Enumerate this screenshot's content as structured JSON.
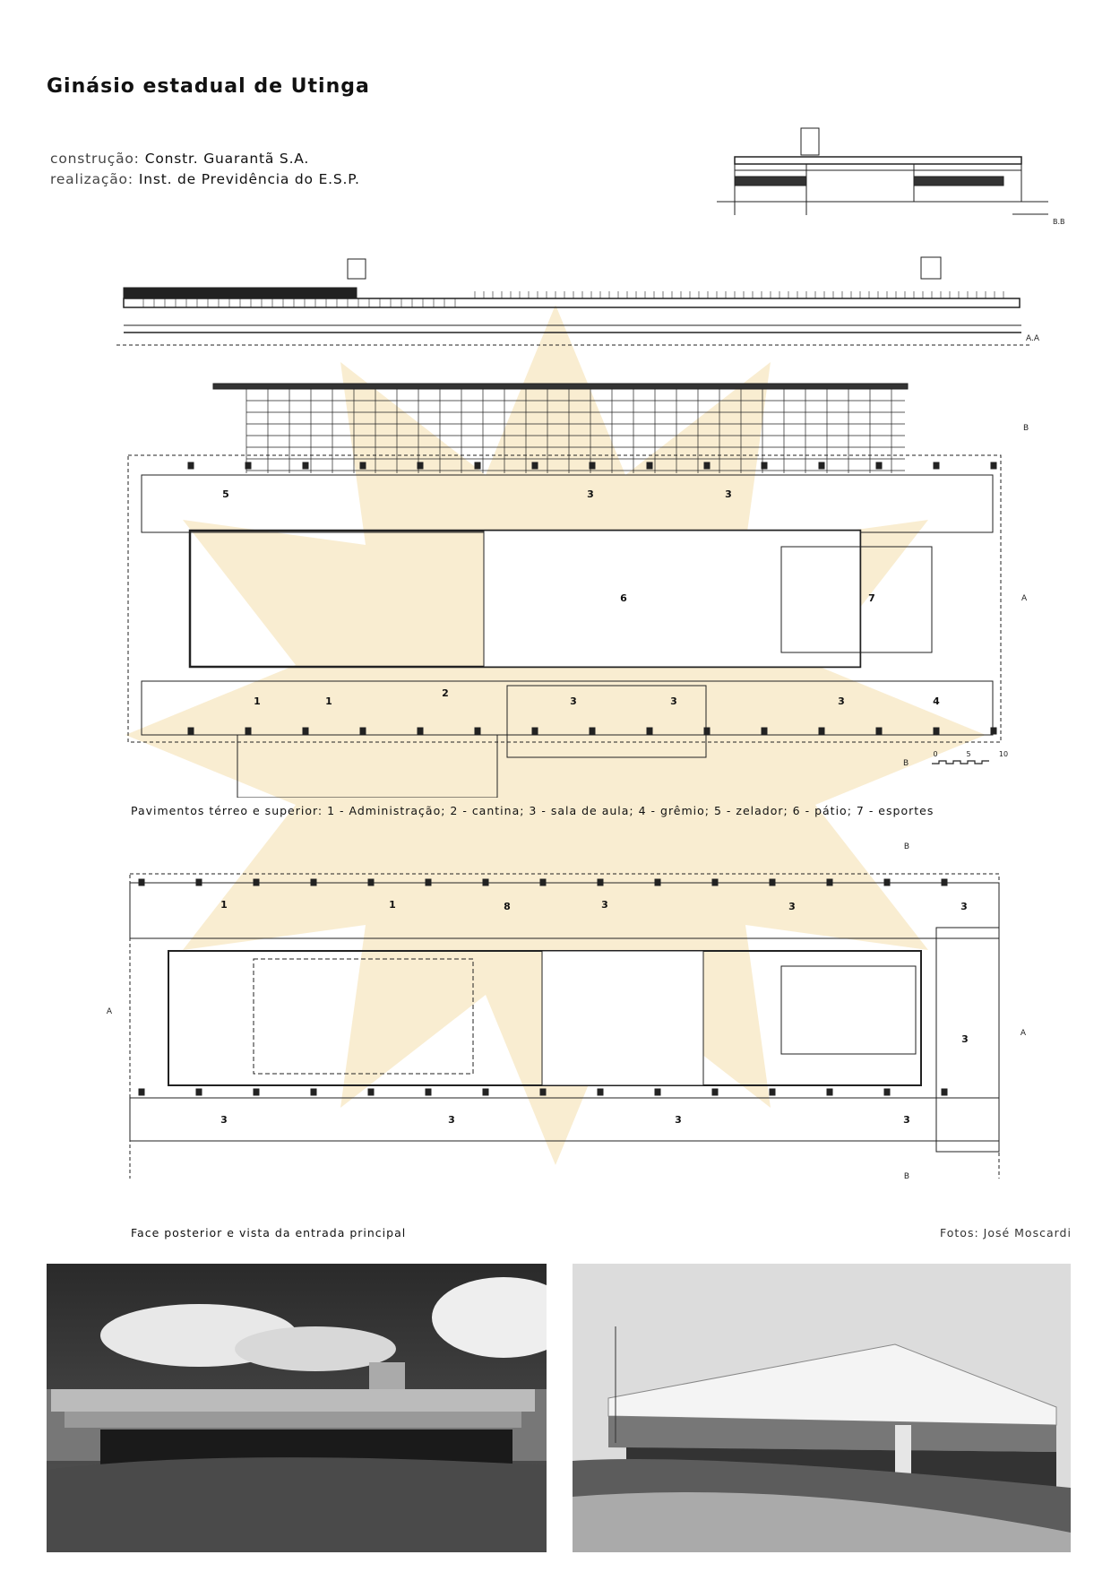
{
  "title": "Ginásio estadual de Utinga",
  "credits": [
    {
      "label": "construção:",
      "value": "Constr. Guarantã S.A."
    },
    {
      "label": "realização:",
      "value": "Inst. de Previdência do E.S.P."
    }
  ],
  "sections": {
    "bb_label": "B.B",
    "aa_label": "A.A"
  },
  "plan_ground": {
    "markers": [
      "B",
      "A",
      "B"
    ],
    "rooms": [
      "5",
      "3",
      "3",
      "6",
      "7",
      "1",
      "1",
      "2",
      "3",
      "3",
      "3",
      "4"
    ],
    "scale": [
      "0",
      "5",
      "10"
    ],
    "caption": "Pavimentos térreo e superior: 1 - Administração; 2 - cantina; 3 - sala de aula; 4 - grêmio; 5 - zelador; 6 - pátio; 7 - esportes"
  },
  "plan_upper": {
    "markers": [
      "B",
      "A",
      "A",
      "B"
    ],
    "rooms": [
      "1",
      "1",
      "8",
      "3",
      "3",
      "3",
      "3",
      "3",
      "3",
      "3",
      "3"
    ]
  },
  "photos": {
    "caption": "Face posterior e vista da entrada principal",
    "credit": "Fotos: José Moscardi"
  },
  "colors": {
    "watermark": "#f3dfae",
    "ink": "#222222"
  }
}
